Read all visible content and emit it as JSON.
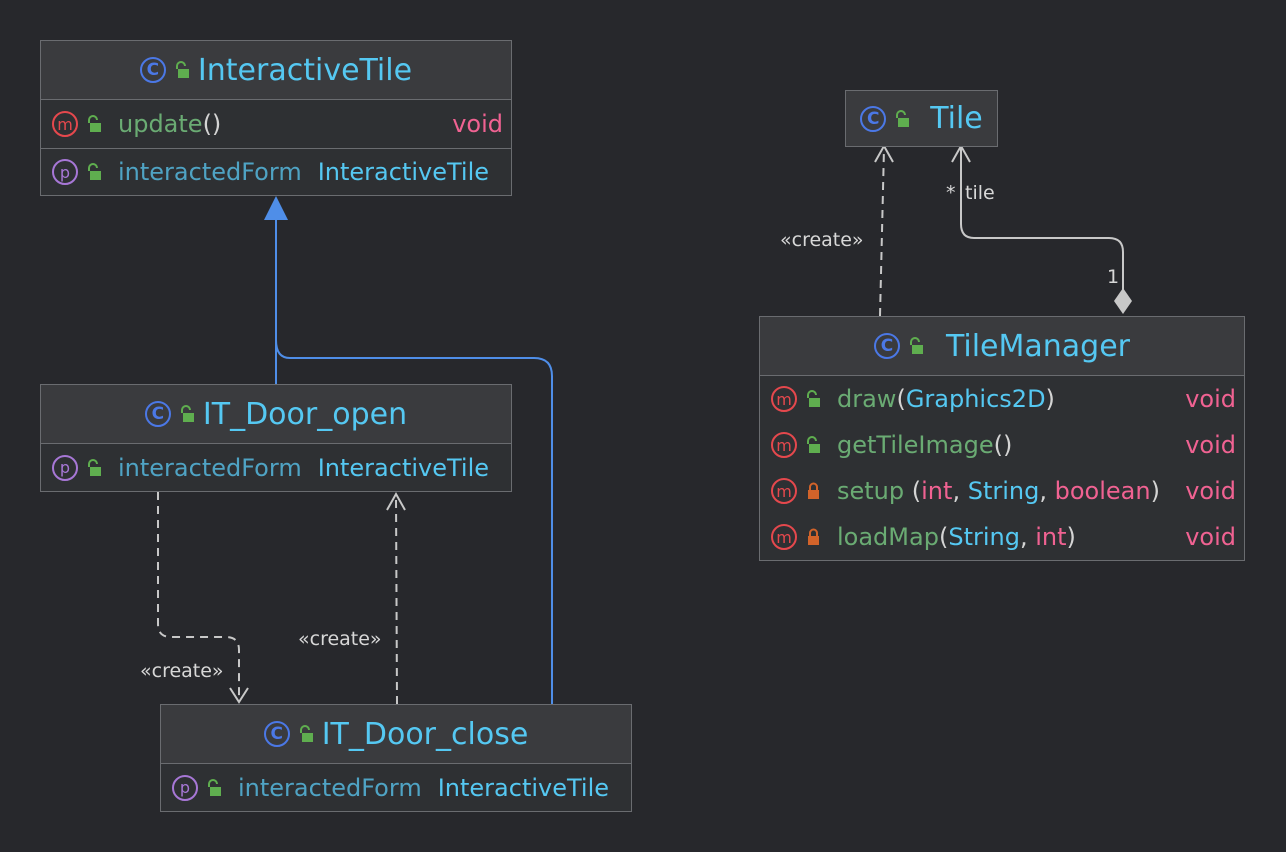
{
  "colors": {
    "background": "#27282c",
    "class_name": "#55c8f2",
    "field_name": "#4fa3c4",
    "method_name": "#6aab73",
    "keyword": "#f06292",
    "inheritance_edge": "#4f8ee8",
    "dependency_edge": "#c8c8c8"
  },
  "icons": {
    "class_badge": "C",
    "method_badge": "m",
    "property_badge": "p",
    "public_visibility": "open-lock-icon",
    "private_visibility": "closed-lock-icon"
  },
  "classes": {
    "interactive_tile": {
      "name": "InteractiveTile",
      "methods": [
        {
          "name": "update",
          "params": "()",
          "return": "void"
        }
      ],
      "fields": [
        {
          "name": "interactedForm",
          "type": "InteractiveTile"
        }
      ]
    },
    "tile": {
      "name": "Tile"
    },
    "it_door_open": {
      "name": "IT_Door_open",
      "fields": [
        {
          "name": "interactedForm",
          "type": "InteractiveTile"
        }
      ]
    },
    "it_door_close": {
      "name": "IT_Door_close",
      "fields": [
        {
          "name": "interactedForm",
          "type": "InteractiveTile"
        }
      ]
    },
    "tile_manager": {
      "name": "TileManager",
      "methods": [
        {
          "name": "draw",
          "visibility": "public",
          "return": "void"
        },
        {
          "name": "getTileImage",
          "visibility": "public",
          "return": "void"
        },
        {
          "name": "setup",
          "visibility": "private",
          "return": "void"
        },
        {
          "name": "loadMap",
          "visibility": "private",
          "return": "void"
        }
      ]
    }
  },
  "edge_labels": {
    "create_tile": "«create»",
    "create_open_to_close": "«create»",
    "create_close_to_open": "«create»",
    "tile_multiplicity": "*",
    "tile_role": "tile",
    "manager_multiplicity": "1"
  },
  "tokens": {
    "open_paren": "(",
    "close_paren": ")",
    "empty_parens": "()",
    "comma": ",",
    "graphics2d": "Graphics2D",
    "int": "int",
    "string": "String",
    "boolean": "boolean"
  }
}
